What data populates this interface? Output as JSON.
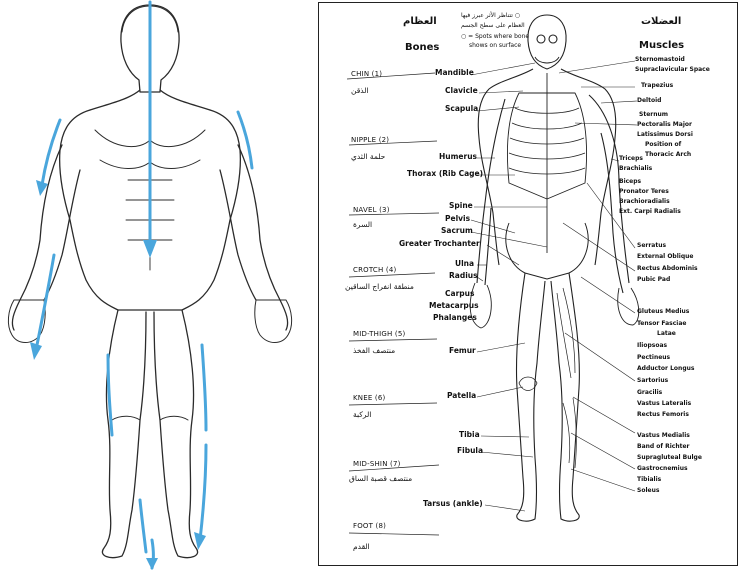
{
  "right": {
    "header_bones_ar": "العظام",
    "header_bones_en": "Bones",
    "header_muscles_ar": "العضلات",
    "header_muscles_en": "Muscles",
    "legend_line1": "○ تتناظر الأثر عبرز فيها",
    "legend_line2": "العظام على سطح الجسم",
    "legend_line3": "○ = Spots where bone",
    "legend_line4": "shows on surface",
    "levels": [
      {
        "en": "CHIN (1)",
        "ar": "الذقن"
      },
      {
        "en": "NIPPLE (2)",
        "ar": "حلمة الثدي"
      },
      {
        "en": "NAVEL (3)",
        "ar": "السرة"
      },
      {
        "en": "CROTCH (4)",
        "ar": "منطقة انفراج الساقين"
      },
      {
        "en": "MID-THIGH (5)",
        "ar": "منتصف الفخذ"
      },
      {
        "en": "KNEE (6)",
        "ar": "الركبة"
      },
      {
        "en": "MID-SHIN (7)",
        "ar": "منتصف قصبة الساق"
      },
      {
        "en": "FOOT (8)",
        "ar": "القدم"
      }
    ],
    "bones": [
      "Mandible",
      "Clavicle",
      "Scapula",
      "Humerus",
      "Thorax (Rib Cage)",
      "Spine",
      "Pelvis",
      "Sacrum",
      "Greater Trochanter",
      "Ulna",
      "Radius",
      "Carpus",
      "Metacarpus",
      "Phalanges",
      "Femur",
      "Patella",
      "Tibia",
      "Fibula",
      "Tarsus (ankle)"
    ],
    "muscles": [
      "Sternomastoid",
      "Supraclavicular Space",
      "Trapezius",
      "Deltoid",
      "Sternum",
      "Pectoralis Major",
      "Latissimus Dorsi",
      "Position of",
      "Thoracic Arch",
      "Triceps",
      "Brachialis",
      "Biceps",
      "Pronator Teres",
      "Brachioradialis",
      "Ext. Carpi Radialis",
      "Serratus",
      "External Oblique",
      "Rectus Abdominis",
      "Pubic Pad",
      "Gluteus Medius",
      "Tensor Fasciae",
      "Latae",
      "Iliopsoas",
      "Pectineus",
      "Adductor Longus",
      "Sartorius",
      "Gracilis",
      "Vastus Lateralis",
      "Rectus Femoris",
      "Vastus Medialis",
      "Band of Richter",
      "Supragluteal Bulge",
      "Gastrocnemius",
      "Tibialis",
      "Soleus"
    ]
  }
}
